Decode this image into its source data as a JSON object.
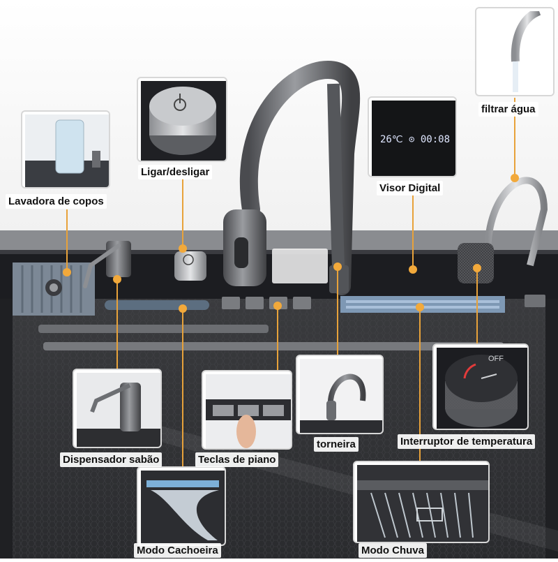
{
  "product": {
    "features": [
      {
        "id": "glass_rinser",
        "label": "Lavadora de copos"
      },
      {
        "id": "power_button",
        "label": "Ligar/desligar"
      },
      {
        "id": "digital_display",
        "label": "Visor Digital",
        "display_text": "26℃ ⊙ 00:08"
      },
      {
        "id": "filtered_water",
        "label": "filtrar água"
      },
      {
        "id": "soap_dispenser",
        "label": "Dispensador sabão"
      },
      {
        "id": "piano_keys",
        "label": "Teclas de piano"
      },
      {
        "id": "faucet",
        "label": "torneira"
      },
      {
        "id": "temperature_switch",
        "label": "Interruptor de temperatura",
        "knob_text": "OFF"
      },
      {
        "id": "waterfall_mode",
        "label": "Modo Cachoeira"
      },
      {
        "id": "rain_mode",
        "label": "Modo Chuva"
      }
    ]
  },
  "colors": {
    "callout_line": "#e8a23a",
    "marker": "#f2a93b",
    "sink_steel": "#2f3033",
    "counter": "#1c1d21",
    "backsplash": "#8a8c90",
    "display_digits": "#dfe6ff"
  }
}
